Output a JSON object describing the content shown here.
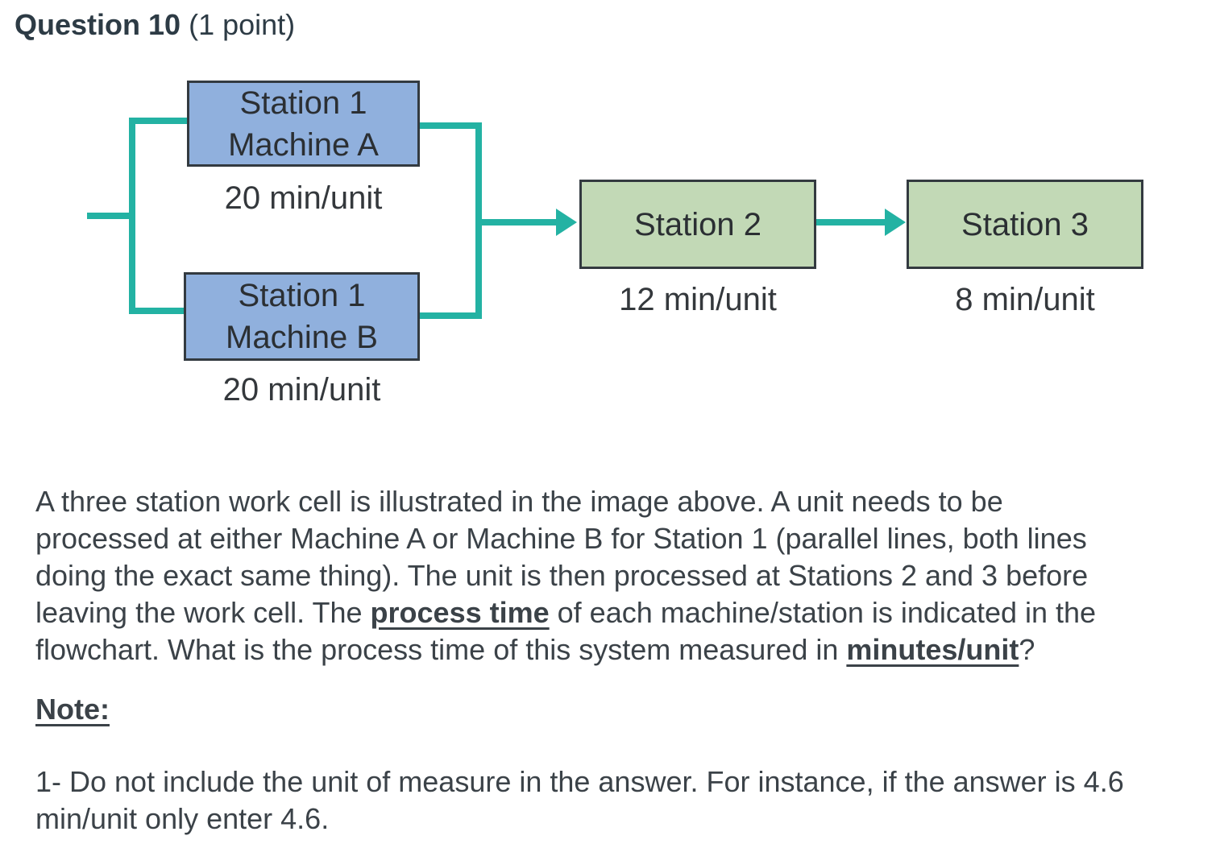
{
  "header": {
    "title": "Question 10",
    "points": "(1 point)"
  },
  "diagram": {
    "colors": {
      "connector_teal": "#23b2a3",
      "station1_fill_blue": "#90b0dd",
      "station23_fill_green": "#c2d9b6",
      "box_border": "#333a40"
    },
    "station1a": {
      "label": "Station 1\nMachine A",
      "time": "20 min/unit"
    },
    "station1b": {
      "label": "Station 1\nMachine B",
      "time": "20 min/unit"
    },
    "station2": {
      "label": "Station 2",
      "time": "12 min/unit"
    },
    "station3": {
      "label": "Station 3",
      "time": "8 min/unit"
    }
  },
  "question": {
    "runs": [
      {
        "t": "A three station work cell is illustrated in the image above. A unit needs to be processed at either Machine A or Machine B for Station 1 (parallel lines, both lines doing the exact same thing). The unit is then processed at Stations 2 and 3 before leaving the work cell. The "
      },
      {
        "t": "process time",
        "b": true,
        "u": true
      },
      {
        "t": " of each machine/station is indicated in the flowchart. What is the process time of this system measured in "
      },
      {
        "t": "minutes/unit",
        "b": true,
        "u": true
      },
      {
        "t": "?"
      }
    ]
  },
  "note": {
    "heading": "Note:",
    "item1": "1- Do not include the unit of measure in the answer. For instance, if the answer is 4.6 min/unit only enter 4.6."
  }
}
